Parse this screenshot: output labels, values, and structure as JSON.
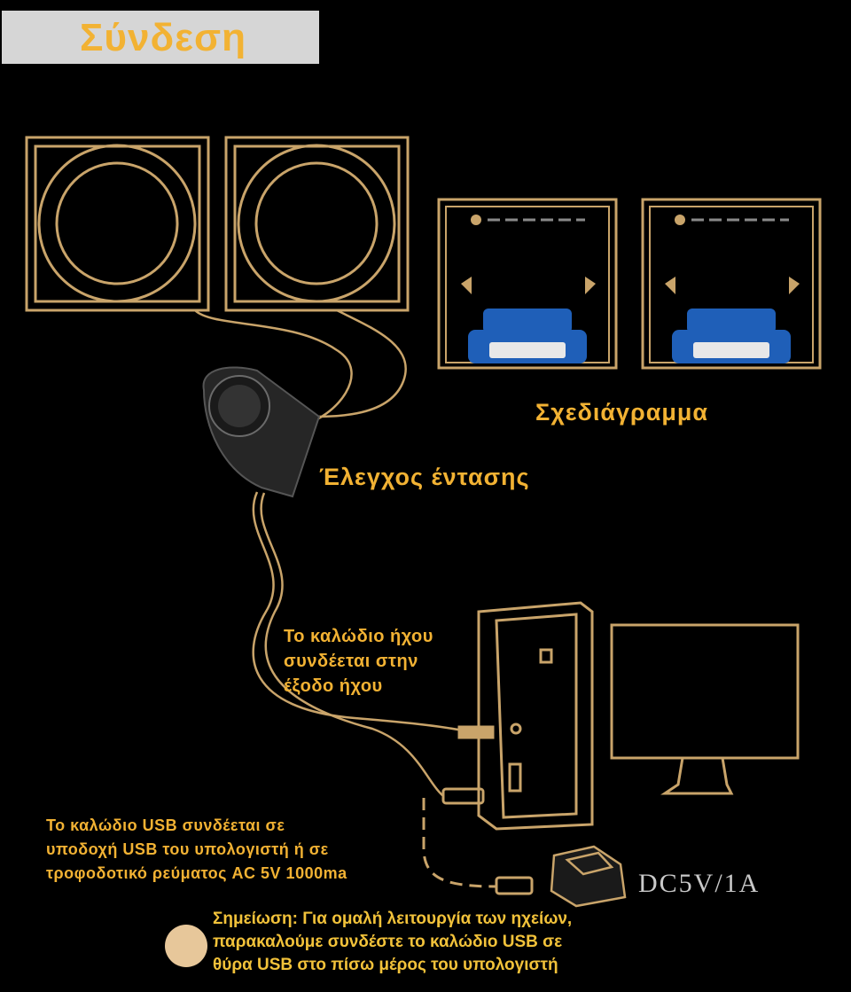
{
  "title": "Σύνδεση",
  "labels": {
    "diagram": "Σχεδιάγραμμα",
    "volume_control": "Έλεγχος έντασης",
    "audio_cable_lines": [
      "Το καλώδιο ήχου",
      "συνδέεται στην",
      "έξοδο ήχου"
    ],
    "usb_cable_lines": [
      "Το καλώδιο USB συνδέεται σε",
      "υποδοχή USB του υπολογιστή ή σε",
      "τροφοδοτικό ρεύματος AC 5V 1000ma"
    ],
    "power_rating": "DC5V/1A",
    "note_lines": [
      "Σημείωση: Για ομαλή λειτουργία των ηχείων,",
      "παρακαλούμε συνδέστε το καλώδιο USB σε",
      "θύρα USB στο πίσω μέρος του υπολογιστή"
    ]
  },
  "colors": {
    "accent": "#f2b233",
    "outline": "#c9a46a",
    "volume_knob": "#2a2a2a",
    "stand_blue": "#1f5fb8",
    "note_dot": "#e7c79a",
    "title_bg": "#d6d6d6"
  }
}
